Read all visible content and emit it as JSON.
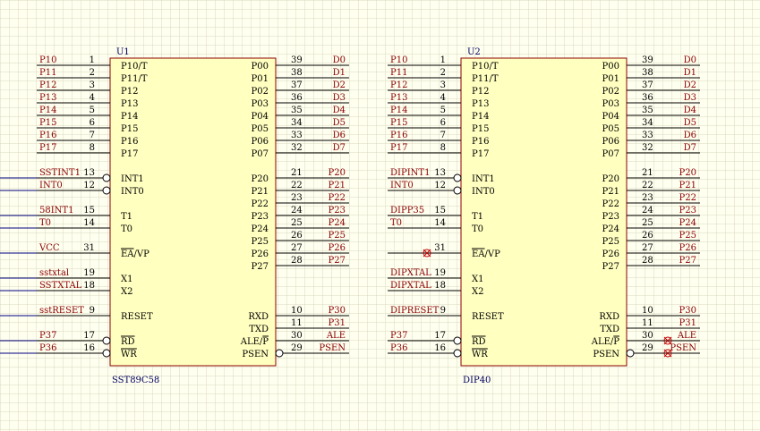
{
  "colors": {
    "background": "#fffff0",
    "grid": "#d8d8c0",
    "chip_fill": "#ffffc0",
    "chip_border": "#8b0000",
    "pin_line": "#000000",
    "wire": "#000080",
    "net_label": "#8b0000",
    "no_connect": "#c00000"
  },
  "chips": [
    {
      "ref": "U1",
      "part": "SST89C58",
      "left_pins": [
        {
          "num": "1",
          "name": "P10/T",
          "net": "P10"
        },
        {
          "num": "2",
          "name": "P11/T",
          "net": "P11"
        },
        {
          "num": "3",
          "name": "P12",
          "net": "P12"
        },
        {
          "num": "4",
          "name": "P13",
          "net": "P13"
        },
        {
          "num": "5",
          "name": "P14",
          "net": "P14"
        },
        {
          "num": "6",
          "name": "P15",
          "net": "P15"
        },
        {
          "num": "7",
          "name": "P16",
          "net": "P16"
        },
        {
          "num": "8",
          "name": "P17",
          "net": "P17"
        },
        {
          "num": "13",
          "name": "INT1",
          "net": "SSTINT1",
          "bubble": true,
          "wire": true
        },
        {
          "num": "12",
          "name": "INT0",
          "net": "INT0",
          "bubble": true,
          "wire": true
        },
        {
          "num": "15",
          "name": "T1",
          "net": "58INT1",
          "wire": true
        },
        {
          "num": "14",
          "name": "T0",
          "net": "T0",
          "wire": true
        },
        {
          "num": "31",
          "name": "EA/VP",
          "net": "VCC",
          "overline": "EA",
          "wire": true
        },
        {
          "num": "19",
          "name": "X1",
          "net": "sstxtal",
          "wire": true
        },
        {
          "num": "18",
          "name": "X2",
          "net": "SSTXTAL",
          "wire": true
        },
        {
          "num": "9",
          "name": "RESET",
          "net": "sstRESET",
          "wire": true
        },
        {
          "num": "17",
          "name": "RD",
          "net": "P37",
          "bubble": true,
          "overline": "RD",
          "wire": true
        },
        {
          "num": "16",
          "name": "WR",
          "net": "P36",
          "bubble": true,
          "overline": "WR",
          "wire": true
        }
      ],
      "right_pins": [
        {
          "num": "39",
          "name": "P00",
          "net": "D0"
        },
        {
          "num": "38",
          "name": "P01",
          "net": "D1"
        },
        {
          "num": "37",
          "name": "P02",
          "net": "D2"
        },
        {
          "num": "36",
          "name": "P03",
          "net": "D3"
        },
        {
          "num": "35",
          "name": "P04",
          "net": "D4"
        },
        {
          "num": "34",
          "name": "P05",
          "net": "D5"
        },
        {
          "num": "33",
          "name": "P06",
          "net": "D6"
        },
        {
          "num": "32",
          "name": "P07",
          "net": "D7"
        },
        {
          "num": "21",
          "name": "P20",
          "net": "P20"
        },
        {
          "num": "22",
          "name": "P21",
          "net": "P21"
        },
        {
          "num": "23",
          "name": "P22",
          "net": "P22"
        },
        {
          "num": "24",
          "name": "P23",
          "net": "P23"
        },
        {
          "num": "25",
          "name": "P24",
          "net": "P24"
        },
        {
          "num": "26",
          "name": "P25",
          "net": "P25"
        },
        {
          "num": "27",
          "name": "P26",
          "net": "P26"
        },
        {
          "num": "28",
          "name": "P27",
          "net": "P27"
        },
        {
          "num": "10",
          "name": "RXD",
          "net": "P30"
        },
        {
          "num": "11",
          "name": "TXD",
          "net": "P31"
        },
        {
          "num": "30",
          "name": "ALE/P",
          "net": "ALE",
          "overline": "P"
        },
        {
          "num": "29",
          "name": "PSEN",
          "net": "PSEN",
          "bubble": true
        }
      ]
    },
    {
      "ref": "U2",
      "part": "DIP40",
      "left_pins": [
        {
          "num": "1",
          "name": "P10/T",
          "net": "P10"
        },
        {
          "num": "2",
          "name": "P11/T",
          "net": "P11"
        },
        {
          "num": "3",
          "name": "P12",
          "net": "P12"
        },
        {
          "num": "4",
          "name": "P13",
          "net": "P13"
        },
        {
          "num": "5",
          "name": "P14",
          "net": "P14"
        },
        {
          "num": "6",
          "name": "P15",
          "net": "P15"
        },
        {
          "num": "7",
          "name": "P16",
          "net": "P16"
        },
        {
          "num": "8",
          "name": "P17",
          "net": "P17"
        },
        {
          "num": "13",
          "name": "INT1",
          "net": "DIPINT1",
          "bubble": true
        },
        {
          "num": "12",
          "name": "INT0",
          "net": "INT0",
          "bubble": true
        },
        {
          "num": "15",
          "name": "T1",
          "net": "DIPP35"
        },
        {
          "num": "14",
          "name": "T0",
          "net": "T0"
        },
        {
          "num": "31",
          "name": "EA/VP",
          "net": "",
          "overline": "EA",
          "nc": true
        },
        {
          "num": "19",
          "name": "X1",
          "net": "DIPXTAL"
        },
        {
          "num": "18",
          "name": "X2",
          "net": "DIPXTAL"
        },
        {
          "num": "9",
          "name": "RESET",
          "net": "DIPRESET"
        },
        {
          "num": "17",
          "name": "RD",
          "net": "P37",
          "bubble": true,
          "overline": "RD"
        },
        {
          "num": "16",
          "name": "WR",
          "net": "P36",
          "bubble": true,
          "overline": "WR"
        }
      ],
      "right_pins": [
        {
          "num": "39",
          "name": "P00",
          "net": "D0"
        },
        {
          "num": "38",
          "name": "P01",
          "net": "D1"
        },
        {
          "num": "37",
          "name": "P02",
          "net": "D2"
        },
        {
          "num": "36",
          "name": "P03",
          "net": "D3"
        },
        {
          "num": "35",
          "name": "P04",
          "net": "D4"
        },
        {
          "num": "34",
          "name": "P05",
          "net": "D5"
        },
        {
          "num": "33",
          "name": "P06",
          "net": "D6"
        },
        {
          "num": "32",
          "name": "P07",
          "net": "D7"
        },
        {
          "num": "21",
          "name": "P20",
          "net": "P20"
        },
        {
          "num": "22",
          "name": "P21",
          "net": "P21"
        },
        {
          "num": "23",
          "name": "P22",
          "net": "P22"
        },
        {
          "num": "24",
          "name": "P23",
          "net": "P23"
        },
        {
          "num": "25",
          "name": "P24",
          "net": "P24"
        },
        {
          "num": "26",
          "name": "P25",
          "net": "P25"
        },
        {
          "num": "27",
          "name": "P26",
          "net": "P26"
        },
        {
          "num": "28",
          "name": "P27",
          "net": "P27"
        },
        {
          "num": "10",
          "name": "RXD",
          "net": "P30"
        },
        {
          "num": "11",
          "name": "TXD",
          "net": "P31"
        },
        {
          "num": "30",
          "name": "ALE/P",
          "net": "ALE",
          "overline": "P",
          "nc": true
        },
        {
          "num": "29",
          "name": "PSEN",
          "net": "PSEN",
          "bubble": true,
          "nc": true
        }
      ]
    }
  ]
}
